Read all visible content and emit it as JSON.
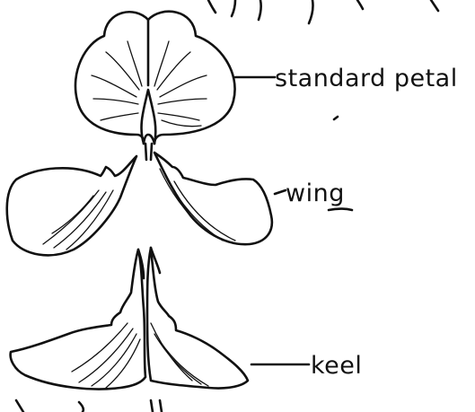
{
  "labels": {
    "standard": "standard petal",
    "wing": "wing",
    "keel": "keel"
  }
}
